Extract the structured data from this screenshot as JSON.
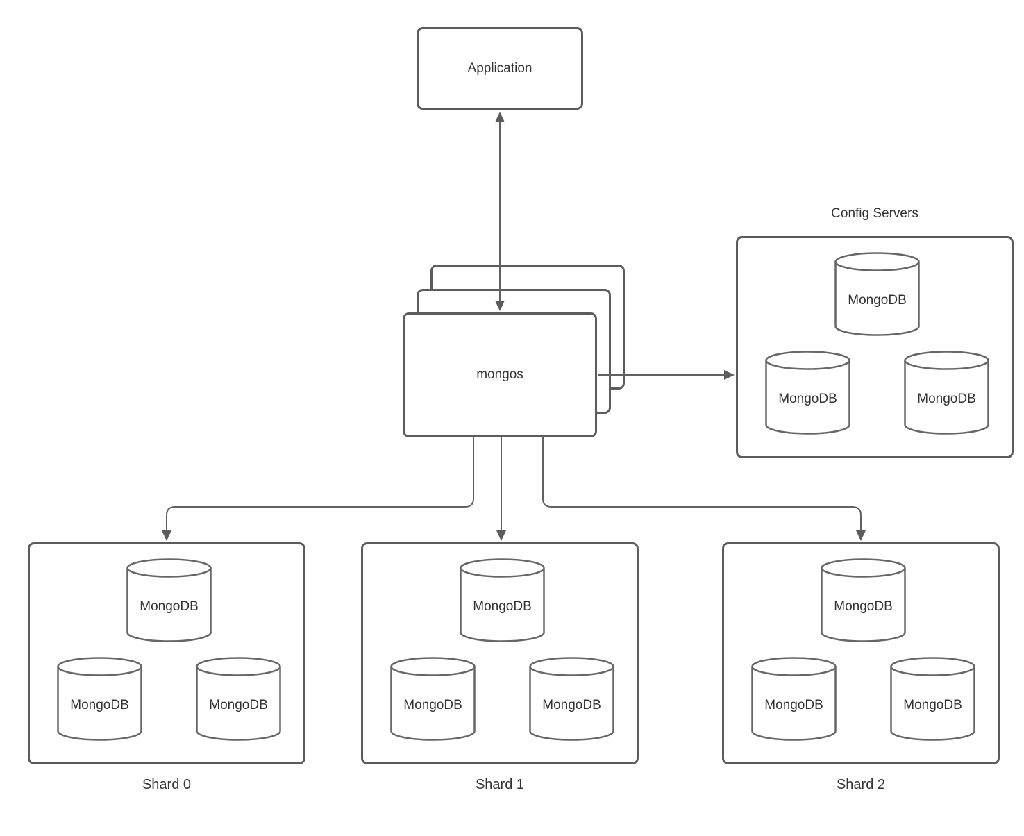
{
  "application": {
    "label": "Application"
  },
  "mongos": {
    "label": "mongos"
  },
  "config_servers": {
    "title": "Config Servers",
    "nodes": [
      "MongoDB",
      "MongoDB",
      "MongoDB"
    ]
  },
  "shards": [
    {
      "label": "Shard 0",
      "nodes": [
        "MongoDB",
        "MongoDB",
        "MongoDB"
      ]
    },
    {
      "label": "Shard 1",
      "nodes": [
        "MongoDB",
        "MongoDB",
        "MongoDB"
      ]
    },
    {
      "label": "Shard 2",
      "nodes": [
        "MongoDB",
        "MongoDB",
        "MongoDB"
      ]
    }
  ],
  "colors": {
    "box_stroke": "#5c5c5c",
    "connector": "#616161",
    "text": "#333333",
    "background": "#ffffff"
  }
}
